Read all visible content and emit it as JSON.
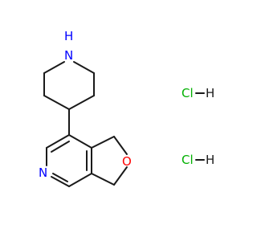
{
  "molecule": {
    "piperidine_nh": "H",
    "piperidine_n": "N",
    "pyridine_n": "N",
    "furan_o": "O",
    "salts": [
      {
        "label": "Cl",
        "dash": "–",
        "h": "H"
      },
      {
        "label": "Cl",
        "dash": "–",
        "h": "H"
      }
    ]
  },
  "colors": {
    "bond": "#1a1a1a",
    "nitrogen": "#0000ff",
    "oxygen": "#ff0000",
    "chlorine": "#00b000",
    "hydrogen": "#1a1a1a"
  }
}
